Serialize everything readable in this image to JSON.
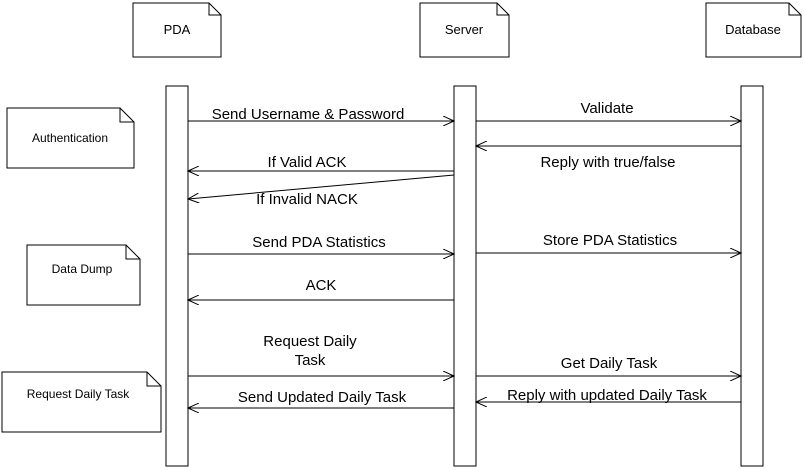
{
  "participants": [
    {
      "id": "pda",
      "label": "PDA"
    },
    {
      "id": "server",
      "label": "Server"
    },
    {
      "id": "database",
      "label": "Database"
    }
  ],
  "notes": [
    {
      "id": "authentication",
      "label": "Authentication"
    },
    {
      "id": "data-dump",
      "label": "Data Dump"
    },
    {
      "id": "request-daily-task",
      "label": "Request Daily Task"
    }
  ],
  "messages": [
    {
      "id": "send-username-password",
      "label": "Send Username & Password"
    },
    {
      "id": "validate",
      "label": "Validate"
    },
    {
      "id": "db-reply",
      "label": ""
    },
    {
      "id": "reply-true-false",
      "label": "Reply with true/false"
    },
    {
      "id": "if-valid-ack",
      "label": "If Valid ACK"
    },
    {
      "id": "if-invalid-nack",
      "label": "If Invalid NACK"
    },
    {
      "id": "send-pda-statistics",
      "label": "Send PDA Statistics"
    },
    {
      "id": "store-pda-statistics",
      "label": "Store PDA Statistics"
    },
    {
      "id": "ack",
      "label": "ACK"
    },
    {
      "id": "request-daily-task-line1",
      "label": "Request Daily"
    },
    {
      "id": "request-daily-task-line2",
      "label": "Task"
    },
    {
      "id": "get-daily-task",
      "label": "Get Daily Task"
    },
    {
      "id": "reply-updated-daily-task",
      "label": "Reply with updated Daily Task"
    },
    {
      "id": "send-updated-daily-task",
      "label": "Send Updated Daily Task"
    }
  ]
}
